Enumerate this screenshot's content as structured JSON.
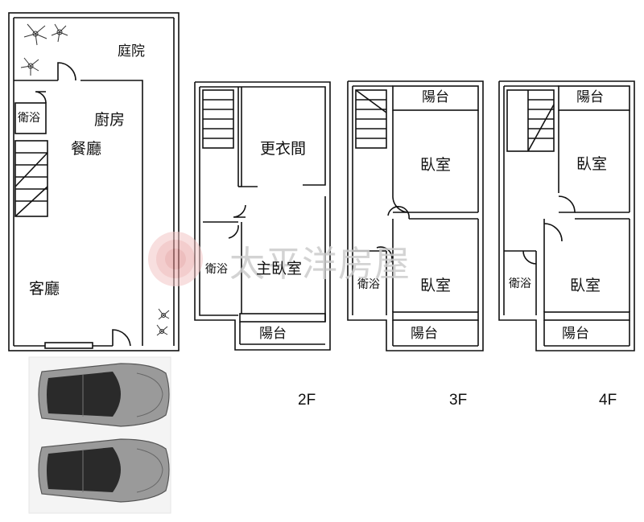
{
  "watermark": {
    "text": "太平洋房屋",
    "color": "#e8a0a0"
  },
  "floor1": {
    "courtyard": "庭院",
    "bathroom": "衛浴",
    "kitchen": "廚房",
    "dining": "餐廳",
    "living": "客廳"
  },
  "floor2": {
    "label": "2F",
    "closet": "更衣間",
    "bathroom": "衛浴",
    "master_bedroom": "主臥室",
    "balcony": "陽台"
  },
  "floor3": {
    "label": "3F",
    "balcony_top": "陽台",
    "bedroom_top": "臥室",
    "bathroom": "衛浴",
    "bedroom_bottom": "臥室",
    "balcony_bottom": "陽台"
  },
  "floor4": {
    "label": "4F",
    "balcony_top": "陽台",
    "bedroom_top": "臥室",
    "bathroom": "衛浴",
    "bedroom_bottom": "臥室",
    "balcony_bottom": "陽台"
  },
  "colors": {
    "wall": "#111111",
    "car_body": "#9a9a9a",
    "car_roof": "#2a2a2a"
  }
}
